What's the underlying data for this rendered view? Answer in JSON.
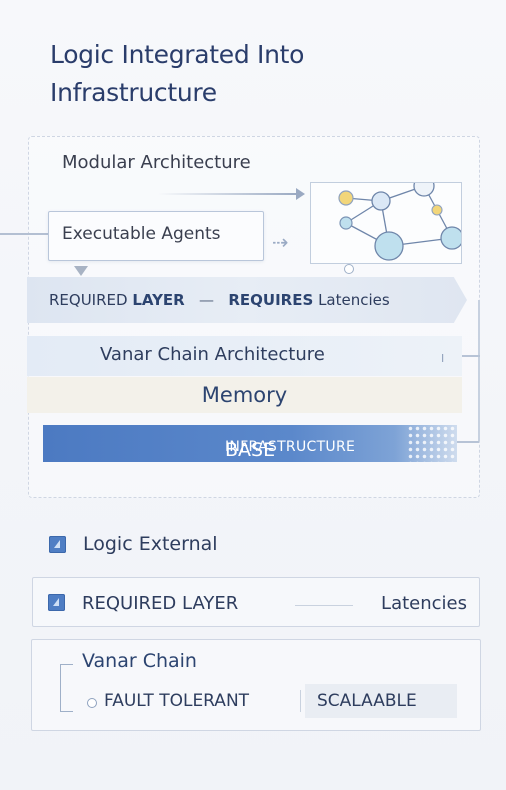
{
  "title": {
    "line1": "Logic Integrated Into",
    "line2": "Infrastructure"
  },
  "diagram": {
    "modular_label": "Modular Architecture",
    "agents_label": "Executable Agents",
    "required_band": {
      "part1": "REQUIRED",
      "part2": "LAYER",
      "dash": "—",
      "part3": "REQUIRES",
      "part4": "Latencies"
    },
    "vanar_architecture": "Vanar Chain Architecture",
    "memory": "Memory",
    "base": {
      "big": "BASE",
      "small": "INFRASTRUCTURE"
    },
    "arch_marker": "I"
  },
  "legend": {
    "logic_external": "Logic External",
    "required": {
      "part1": "REQUIRED",
      "part2": "LAYER",
      "latencies": "Latencies"
    },
    "chain": {
      "title": "Vanar Chain",
      "fault_tolerant": "FAULT TOLERANT",
      "scalable": "SCALAABLE"
    }
  },
  "colors": {
    "title": "#2a3d6b",
    "base_band": "#4c7ac2",
    "legend_square": "#4f7ec4",
    "network_node_yellow": "#f2d67a",
    "network_node_blue": "#bfe0ee"
  },
  "icons": [
    "network-graph-icon",
    "legend-square-icon",
    "down-triangle-icon",
    "arrow-right-icon"
  ]
}
